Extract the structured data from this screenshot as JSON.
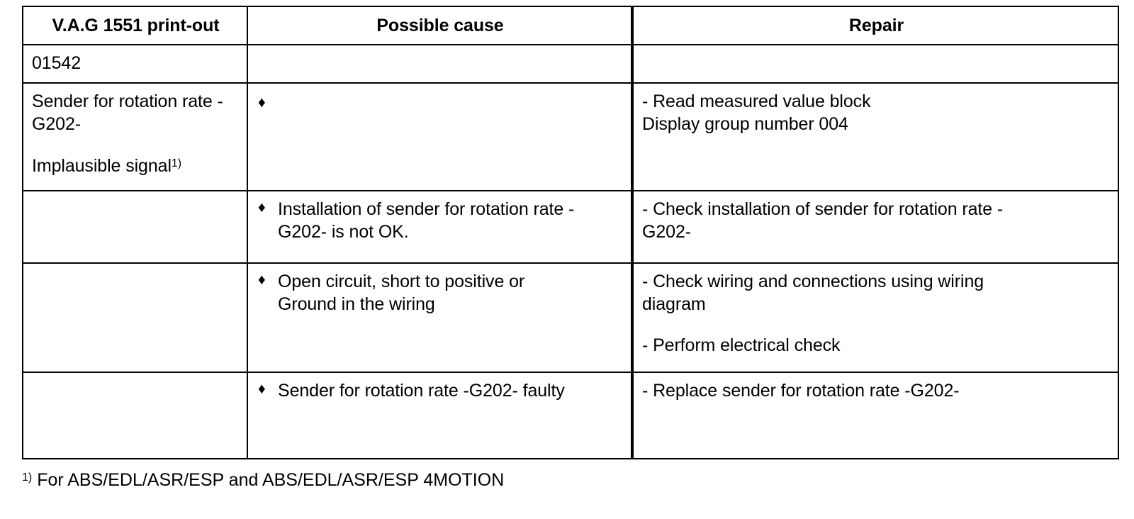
{
  "table": {
    "headers": [
      "V.A.G 1551 print-out",
      "Possible cause",
      "Repair"
    ],
    "rows": [
      {
        "id": "fault-code",
        "printout": "01542",
        "cause": "",
        "repair": []
      },
      {
        "id": "sender-implausible",
        "printout_line1": "Sender for rotation rate -",
        "printout_line2": "G202-",
        "printout_line3": "Implausible signal",
        "printout_footnote_marker": "1)",
        "cause_bullet_only": "♦",
        "repair": [
          {
            "line1": "- Read measured value block",
            "line2": "Display group number 004"
          }
        ]
      },
      {
        "id": "installation",
        "printout": "",
        "cause": [
          {
            "bullet": "♦",
            "line1": "Installation of sender for rotation rate -",
            "line2": "G202- is not OK."
          }
        ],
        "repair": [
          {
            "line1": "- Check installation of sender for rotation rate -",
            "line2": "G202-"
          }
        ]
      },
      {
        "id": "open-circuit",
        "printout": "",
        "cause": [
          {
            "bullet": "♦",
            "line1": "Open circuit, short to positive or",
            "line2": "Ground in the wiring"
          }
        ],
        "repair": [
          {
            "line1": "- Check wiring and connections using wiring",
            "line2": "diagram"
          },
          {
            "line1": "- Perform electrical check",
            "line2": ""
          }
        ]
      },
      {
        "id": "sender-faulty",
        "printout": "",
        "cause": [
          {
            "bullet": "♦",
            "line1": "Sender for rotation rate -G202- faulty",
            "line2": ""
          }
        ],
        "repair": [
          {
            "line1": "- Replace sender for rotation rate -G202-",
            "line2": ""
          }
        ]
      }
    ]
  },
  "footnote": {
    "marker": "1)",
    "text": "For ABS/EDL/ASR/ESP and ABS/EDL/ASR/ESP 4MOTION"
  },
  "colors": {
    "border": "#000000",
    "text": "#000000",
    "background": "#ffffff"
  }
}
